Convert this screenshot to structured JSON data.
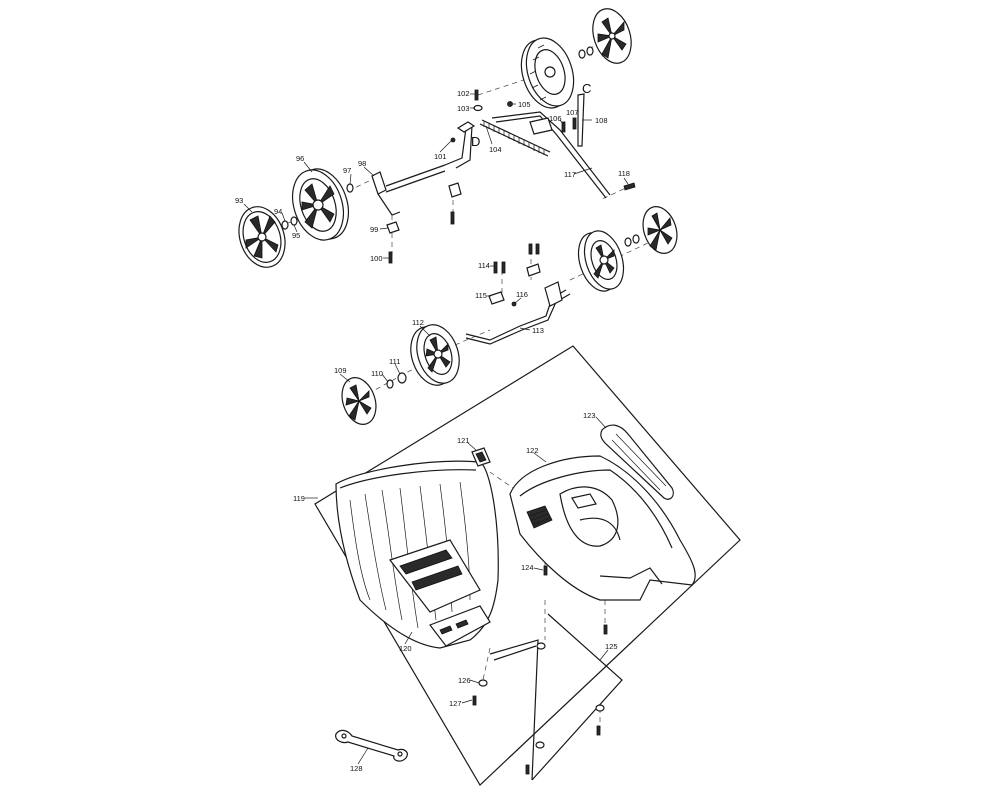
{
  "labels": {
    "p93": "93",
    "p94": "94",
    "p95": "95",
    "p96": "96",
    "p97": "97",
    "p98": "98",
    "p99": "99",
    "p100": "100",
    "p101": "101",
    "p102": "102",
    "p103": "103",
    "p104": "104",
    "p105": "105",
    "p106": "106",
    "p107": "107",
    "p108": "108",
    "p109": "109",
    "p110": "110",
    "p111": "111",
    "p112": "112",
    "p113": "113",
    "p114": "114",
    "p115": "115",
    "p116": "116",
    "p117": "117",
    "p118": "118",
    "p119": "119",
    "p120": "120",
    "p121": "121",
    "p122": "122",
    "p123": "123",
    "p124": "124",
    "p125": "125",
    "p126": "126",
    "p127": "127",
    "p128": "128",
    "C": "C",
    "D": "D"
  }
}
